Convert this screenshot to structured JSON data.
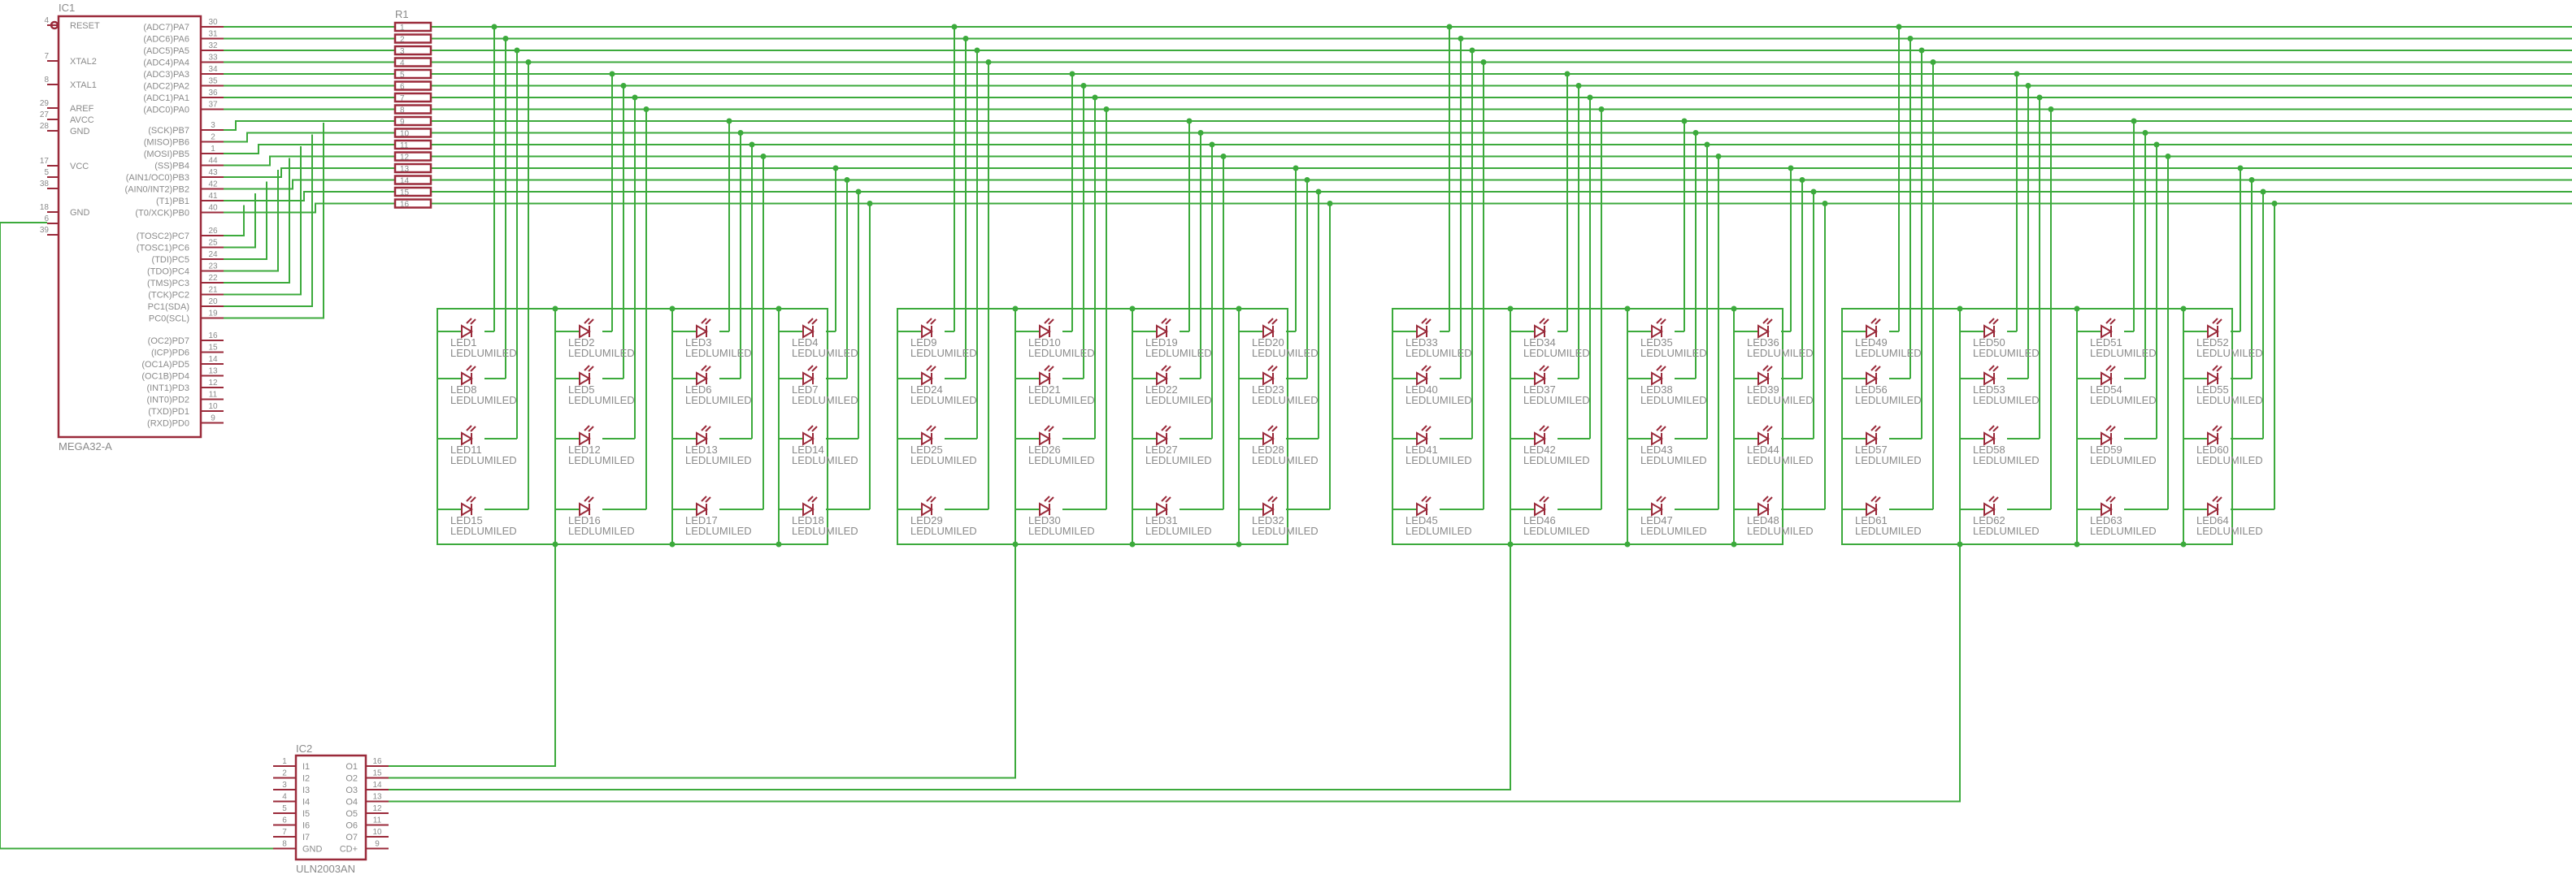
{
  "ic1": {
    "ref": "IC1",
    "value": "MEGA32-A",
    "left_pins": [
      {
        "num": "4",
        "name": "RESET"
      },
      {
        "num": "7",
        "name": "XTAL2"
      },
      {
        "num": "8",
        "name": "XTAL1"
      },
      {
        "num": "29",
        "name": "AREF"
      },
      {
        "num": "27",
        "name": "AVCC"
      },
      {
        "num": "28",
        "name": "GND"
      },
      {
        "num": "17",
        "name": "VCC"
      },
      {
        "num": "5",
        "name": ""
      },
      {
        "num": "38",
        "name": ""
      },
      {
        "num": "18",
        "name": "GND"
      },
      {
        "num": "6",
        "name": ""
      },
      {
        "num": "39",
        "name": ""
      }
    ],
    "right_pins": [
      {
        "num": "30",
        "name": "(ADC7)PA7"
      },
      {
        "num": "31",
        "name": "(ADC6)PA6"
      },
      {
        "num": "32",
        "name": "(ADC5)PA5"
      },
      {
        "num": "33",
        "name": "(ADC4)PA4"
      },
      {
        "num": "34",
        "name": "(ADC3)PA3"
      },
      {
        "num": "35",
        "name": "(ADC2)PA2"
      },
      {
        "num": "36",
        "name": "(ADC1)PA1"
      },
      {
        "num": "37",
        "name": "(ADC0)PA0"
      },
      {
        "num": "3",
        "name": "(SCK)PB7"
      },
      {
        "num": "2",
        "name": "(MISO)PB6"
      },
      {
        "num": "1",
        "name": "(MOSI)PB5"
      },
      {
        "num": "44",
        "name": "(SS)PB4"
      },
      {
        "num": "43",
        "name": "(AIN1/OC0)PB3"
      },
      {
        "num": "42",
        "name": "(AIN0/INT2)PB2"
      },
      {
        "num": "41",
        "name": "(T1)PB1"
      },
      {
        "num": "40",
        "name": "(T0/XCK)PB0"
      },
      {
        "num": "26",
        "name": "(TOSC2)PC7"
      },
      {
        "num": "25",
        "name": "(TOSC1)PC6"
      },
      {
        "num": "24",
        "name": "(TDI)PC5"
      },
      {
        "num": "23",
        "name": "(TDO)PC4"
      },
      {
        "num": "22",
        "name": "(TMS)PC3"
      },
      {
        "num": "21",
        "name": "(TCK)PC2"
      },
      {
        "num": "20",
        "name": "PC1(SDA)"
      },
      {
        "num": "19",
        "name": "PC0(SCL)"
      },
      {
        "num": "16",
        "name": "(OC2)PD7"
      },
      {
        "num": "15",
        "name": "(ICP)PD6"
      },
      {
        "num": "14",
        "name": "(OC1A)PD5"
      },
      {
        "num": "13",
        "name": "(OC1B)PD4"
      },
      {
        "num": "12",
        "name": "(INT1)PD3"
      },
      {
        "num": "11",
        "name": "(INT0)PD2"
      },
      {
        "num": "10",
        "name": "(TXD)PD1"
      },
      {
        "num": "9",
        "name": "(RXD)PD0"
      }
    ]
  },
  "r1": {
    "ref": "R1",
    "pins": [
      "1",
      "2",
      "3",
      "4",
      "5",
      "6",
      "7",
      "8",
      "9",
      "10",
      "11",
      "12",
      "13",
      "14",
      "15",
      "16"
    ]
  },
  "ic2": {
    "ref": "IC2",
    "value": "ULN2003AN",
    "left_pins": [
      {
        "num": "1",
        "name": "I1"
      },
      {
        "num": "2",
        "name": "I2"
      },
      {
        "num": "3",
        "name": "I3"
      },
      {
        "num": "4",
        "name": "I4"
      },
      {
        "num": "5",
        "name": "I5"
      },
      {
        "num": "6",
        "name": "I6"
      },
      {
        "num": "7",
        "name": "I7"
      },
      {
        "num": "8",
        "name": "GND"
      }
    ],
    "right_pins": [
      {
        "num": "16",
        "name": "O1"
      },
      {
        "num": "15",
        "name": "O2"
      },
      {
        "num": "14",
        "name": "O3"
      },
      {
        "num": "13",
        "name": "O4"
      },
      {
        "num": "12",
        "name": "O5"
      },
      {
        "num": "11",
        "name": "O6"
      },
      {
        "num": "10",
        "name": "O7"
      },
      {
        "num": "9",
        "name": "CD+"
      }
    ]
  },
  "led_type": "LEDLUMILED",
  "led_groups": [
    [
      [
        "LED1",
        "LED2",
        "LED3",
        "LED4"
      ],
      [
        "LED8",
        "LED5",
        "LED6",
        "LED7"
      ],
      [
        "LED11",
        "LED12",
        "LED13",
        "LED14"
      ],
      [
        "LED15",
        "LED16",
        "LED17",
        "LED18"
      ]
    ],
    [
      [
        "LED9",
        "LED10",
        "LED19",
        "LED20"
      ],
      [
        "LED24",
        "LED21",
        "LED22",
        "LED23"
      ],
      [
        "LED25",
        "LED26",
        "LED27",
        "LED28"
      ],
      [
        "LED29",
        "LED30",
        "LED31",
        "LED32"
      ]
    ],
    [
      [
        "LED33",
        "LED34",
        "LED35",
        "LED36"
      ],
      [
        "LED40",
        "LED37",
        "LED38",
        "LED39"
      ],
      [
        "LED41",
        "LED42",
        "LED43",
        "LED44"
      ],
      [
        "LED45",
        "LED46",
        "LED47",
        "LED48"
      ]
    ],
    [
      [
        "LED49",
        "LED50",
        "LED51",
        "LED52"
      ],
      [
        "LED56",
        "LED53",
        "LED54",
        "LED55"
      ],
      [
        "LED57",
        "LED58",
        "LED59",
        "LED60"
      ],
      [
        "LED61",
        "LED62",
        "LED63",
        "LED64"
      ]
    ]
  ],
  "colors": {
    "wire": "#3caa3c",
    "part": "#9a2a3a",
    "text": "#8a8a8a"
  }
}
